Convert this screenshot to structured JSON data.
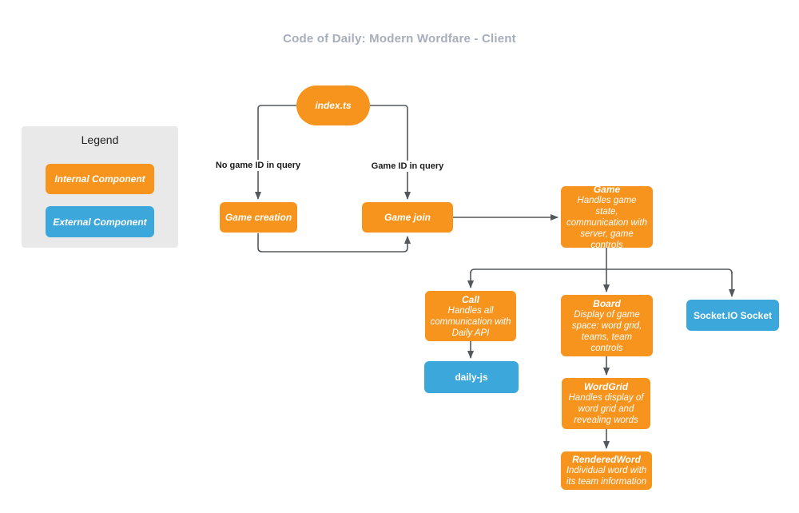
{
  "title": "Code of Daily: Modern Wordfare - Client",
  "colors": {
    "internal_component": "#F7941E",
    "external_component": "#3BA7DB",
    "edge": "#54585C",
    "title_text": "#A7AEBB",
    "legend_background": "#E9E9E9"
  },
  "legend": {
    "title": "Legend",
    "items": [
      {
        "label": "Internal Component",
        "type": "internal"
      },
      {
        "label": "External Component",
        "type": "external"
      }
    ]
  },
  "nodes": {
    "index_ts": {
      "label": "index.ts",
      "type": "internal"
    },
    "game_creation": {
      "label": "Game creation",
      "type": "internal"
    },
    "game_join": {
      "label": "Game join",
      "type": "internal"
    },
    "game": {
      "title": "Game",
      "body": "Handles game state, communication with server, game controls",
      "type": "internal"
    },
    "call": {
      "title": "Call",
      "body": "Handles all communication with Daily API",
      "type": "internal"
    },
    "daily_js": {
      "label": "daily-js",
      "type": "external"
    },
    "board": {
      "title": "Board",
      "body": "Display of game space: word grid, teams, team controls",
      "type": "internal"
    },
    "socket_io": {
      "label": "Socket.IO Socket",
      "type": "external"
    },
    "wordgrid": {
      "title": "WordGrid",
      "body": "Handles display of word grid and revealing words",
      "type": "internal"
    },
    "renderedword": {
      "title": "RenderedWord",
      "body": "Individual word with its team information",
      "type": "internal"
    }
  },
  "edge_labels": {
    "no_game_id": "No game ID in query",
    "game_id": "Game ID in query"
  }
}
